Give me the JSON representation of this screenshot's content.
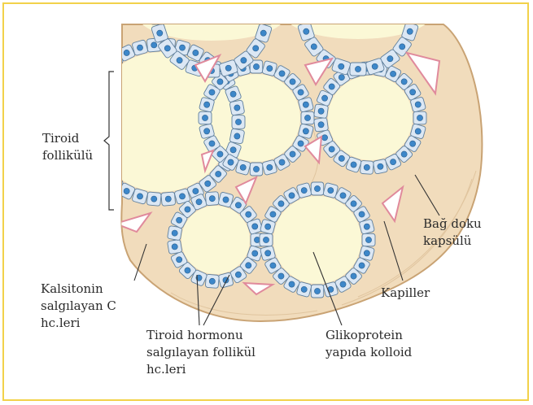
{
  "colors": {
    "frame_border": "#f2d24a",
    "connective_tissue": "#f1dcbc",
    "capsule_outline": "#c9a374",
    "colloid": "#fbf8d6",
    "cell_fill": "#dbe7f4",
    "cell_outline": "#5f7f9c",
    "nucleus": "#3d87c9",
    "capillary": "#e08a9c",
    "leader_line": "#333333"
  },
  "labels": {
    "thyroid_follicle": [
      "Tiroid",
      "follikülü"
    ],
    "calcitonin_cells": [
      "Kalsitonin",
      "salgılayan C",
      "hc.leri"
    ],
    "hormone_cells": [
      "Tiroid hormonu",
      "salgılayan follikül",
      "hc.leri"
    ],
    "colloid": [
      "Glikoprotein",
      "yapıda kolloid"
    ],
    "capillaries": "Kapiller",
    "capsule": [
      "Bağ doku",
      "kapsülü"
    ]
  }
}
